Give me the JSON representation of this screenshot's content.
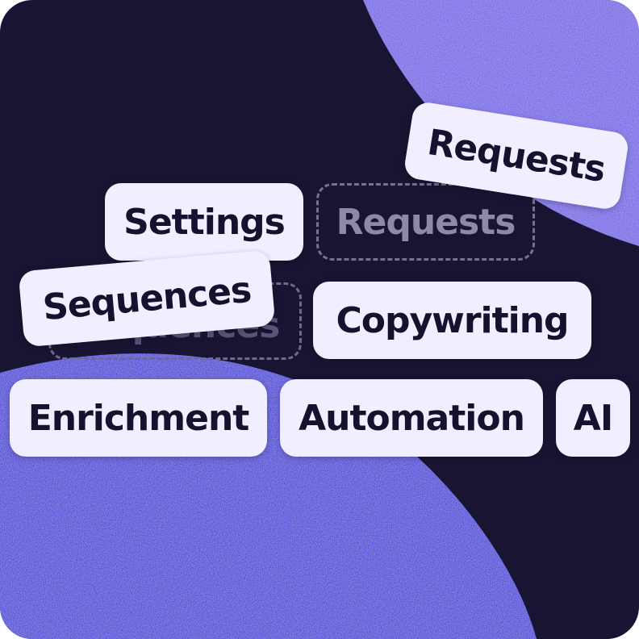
{
  "colors": {
    "background": "#1a1433",
    "blob_top": "#6f5ee6",
    "blob_bottom": "#3e36d8",
    "chip": "#f1efff",
    "chip_text": "#15112e"
  },
  "chips": {
    "requests_tilted": "Requests",
    "settings": "Settings",
    "requests_ghost": "Requests",
    "sequences_ghost": "Sequences",
    "sequences_tilted": "Sequences",
    "copywriting": "Copywriting",
    "enrichment": "Enrichment",
    "automation": "Automation",
    "ai": "AI"
  }
}
